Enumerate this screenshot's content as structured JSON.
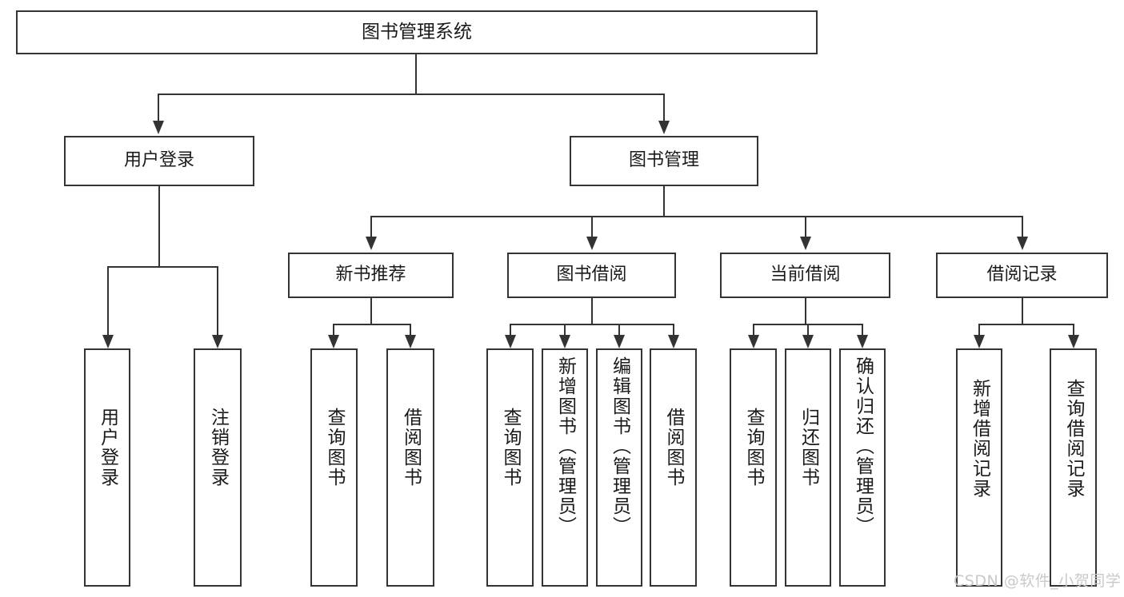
{
  "diagram": {
    "type": "tree-hierarchy-chart",
    "title": "图书管理系统",
    "root": {
      "id": "root",
      "label": "图书管理系统",
      "orientation": "horizontal"
    },
    "level1": [
      {
        "id": "user-login",
        "label": "用户登录",
        "orientation": "horizontal"
      },
      {
        "id": "book-manage",
        "label": "图书管理",
        "orientation": "horizontal"
      }
    ],
    "level2": [
      {
        "id": "new-book-recommend",
        "label": "新书推荐",
        "orientation": "horizontal",
        "parent": "book-manage"
      },
      {
        "id": "book-borrow",
        "label": "图书借阅",
        "orientation": "horizontal",
        "parent": "book-manage"
      },
      {
        "id": "current-borrow",
        "label": "当前借阅",
        "orientation": "horizontal",
        "parent": "book-manage"
      },
      {
        "id": "borrow-record",
        "label": "借阅记录",
        "orientation": "horizontal",
        "parent": "book-manage"
      }
    ],
    "leaves": [
      {
        "id": "leaf-user-login",
        "label": "用户登录",
        "parent": "user-login"
      },
      {
        "id": "leaf-user-logout",
        "label": "注销登录",
        "parent": "user-login"
      },
      {
        "id": "leaf-query-book-1",
        "label": "查询图书",
        "parent": "new-book-recommend"
      },
      {
        "id": "leaf-borrow-book-1",
        "label": "借阅图书",
        "parent": "new-book-recommend"
      },
      {
        "id": "leaf-query-book-2",
        "label": "查询图书",
        "parent": "book-borrow"
      },
      {
        "id": "leaf-add-book",
        "label": "新增图书（管理员）",
        "parent": "book-borrow"
      },
      {
        "id": "leaf-edit-book",
        "label": "编辑图书（管理员）",
        "parent": "book-borrow"
      },
      {
        "id": "leaf-borrow-book-2",
        "label": "借阅图书",
        "parent": "book-borrow"
      },
      {
        "id": "leaf-query-book-3",
        "label": "查询图书",
        "parent": "current-borrow"
      },
      {
        "id": "leaf-return-book",
        "label": "归还图书",
        "parent": "current-borrow"
      },
      {
        "id": "leaf-confirm-return",
        "label": "确认归还（管理员）",
        "parent": "current-borrow"
      },
      {
        "id": "leaf-add-record",
        "label": "新增借阅记录",
        "parent": "borrow-record"
      },
      {
        "id": "leaf-query-record",
        "label": "查询借阅记录",
        "parent": "borrow-record"
      }
    ]
  },
  "watermark": {
    "text": "CSDN @软件_小贺同学"
  },
  "colors": {
    "stroke": "#333333",
    "background": "#ffffff",
    "text": "#1a1a1a",
    "watermark": "#c9c9c9"
  }
}
